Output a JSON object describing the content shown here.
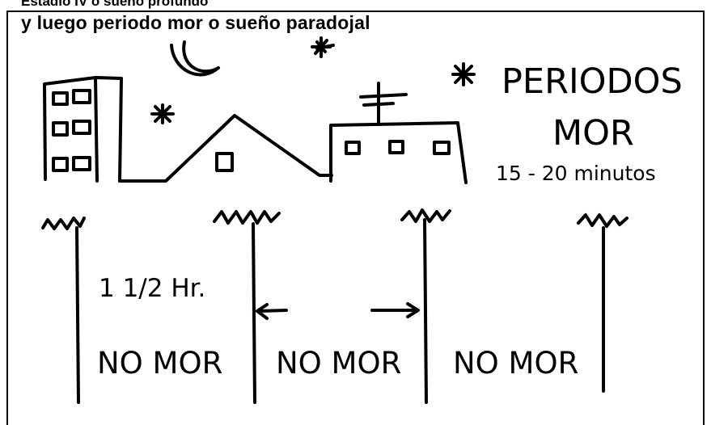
{
  "header": {
    "cropped_line": "Estadio IV o sueño profundo",
    "subtitle": "y luego periodo mor o sueño paradojal"
  },
  "labels": {
    "periodos": "PERIODOS",
    "mor": "MOR",
    "duration": "15 - 20 minutos",
    "interval": "1 1/2 Hr.",
    "no_mor_1": "NO MOR",
    "no_mor_2": "NO MOR",
    "no_mor_3": "NO MOR"
  },
  "icons": [
    "moon-icon",
    "star-icon",
    "building-icon",
    "house-icon",
    "antenna-icon",
    "arrow-left-icon",
    "arrow-right-icon"
  ]
}
